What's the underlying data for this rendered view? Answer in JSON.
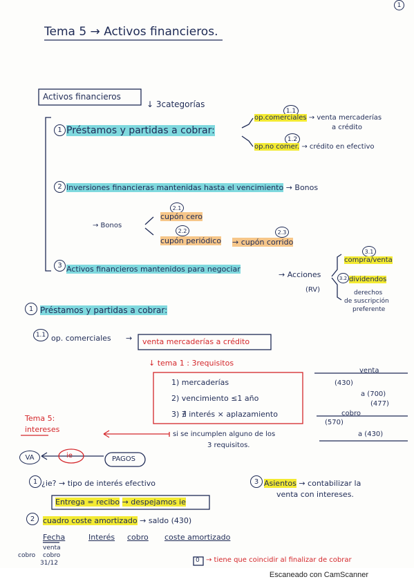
{
  "page_number": "1",
  "title": "Tema 5 → Activos financieros.",
  "scanner_watermark": "Escaneado con CamScanner",
  "overview": {
    "box_label": "Activos financieros",
    "arrow_note": "3categorías",
    "cat1": {
      "num": "1",
      "label": "Préstamos y partidas a cobrar:"
    },
    "cat1_1": {
      "num": "1.1",
      "label": "op.comerciales",
      "desc_a": "→ venta mercaderías",
      "desc_b": "a crédito"
    },
    "cat1_2": {
      "num": "1.2",
      "label": "op.no comer.",
      "desc": "→ crédito en efectivo"
    },
    "cat2": {
      "num": "2",
      "label": "Inversiones financieras mantenidas hasta el vencimiento",
      "arrow": "→ Bonos"
    },
    "bonos_left": "→ Bonos",
    "cat2_1": {
      "num": "2.1",
      "label": "cupón cero"
    },
    "cat2_2": {
      "num": "2.2",
      "label": "cupón periódico"
    },
    "cat2_3": {
      "num": "2.3",
      "label": "→ cupón corrido"
    },
    "cat3": {
      "num": "3",
      "label": "Activos financieros mantenidos para negociar",
      "arrow": "→ Acciones",
      "sub": "(RV)"
    },
    "cat3_1": {
      "num": "3.1",
      "label": "compra/venta"
    },
    "cat3_2": {
      "num": "3.2",
      "label": "dividendos"
    },
    "cat3_3": [
      "derechos",
      "de suscripción",
      "preferente"
    ]
  },
  "section1": {
    "num": "1",
    "heading": "Préstamos y partidas a cobrar:",
    "sub_num": "1.1",
    "sub_label": "op. comerciales",
    "sub_arrow": "→",
    "sub_box": "venta mercaderías a crédito",
    "tema_note": "↓ tema 1 : 3requisitos",
    "requisitos": [
      "1) mercaderías",
      "2) vencimiento ≤1 año",
      "3) ∄ interés × aplazamiento"
    ],
    "margin_note": [
      "Tema 5:",
      "intereses"
    ],
    "cumple_note": [
      "si se incumplen alguno de los",
      "3 requisitos."
    ],
    "ledger": {
      "venta": "venta",
      "code1": "(430)",
      "a1": "a (700)",
      "a2": "(477)",
      "cobro": "cobro",
      "code2": "(570)",
      "a3": "a (430)"
    },
    "va_label": "VA",
    "ie_label": "ie",
    "pagos_label": "PAGOS",
    "q1": {
      "num": "1",
      "text": "¿ie? → tipo de interés efectivo"
    },
    "formula": "Entrega = recibo",
    "formula_tail": "→ despejamos ie",
    "q3": {
      "num": "3",
      "label": "Asientos",
      "text_a": "→ contabilizar la",
      "text_b": "venta con intereses."
    },
    "q2": {
      "num": "2",
      "label": "cuadro coste amortizado",
      "text": "→ saldo (430)"
    },
    "table_headers": [
      "Fecha",
      "Interés",
      "cobro",
      "coste amortizado"
    ],
    "fecha_rows": [
      "venta",
      "cobro",
      "31/12"
    ],
    "side_label": "cobro",
    "footer_note_box": "0",
    "footer_note": "→ tiene que coincidir al finalizar de cobrar"
  }
}
